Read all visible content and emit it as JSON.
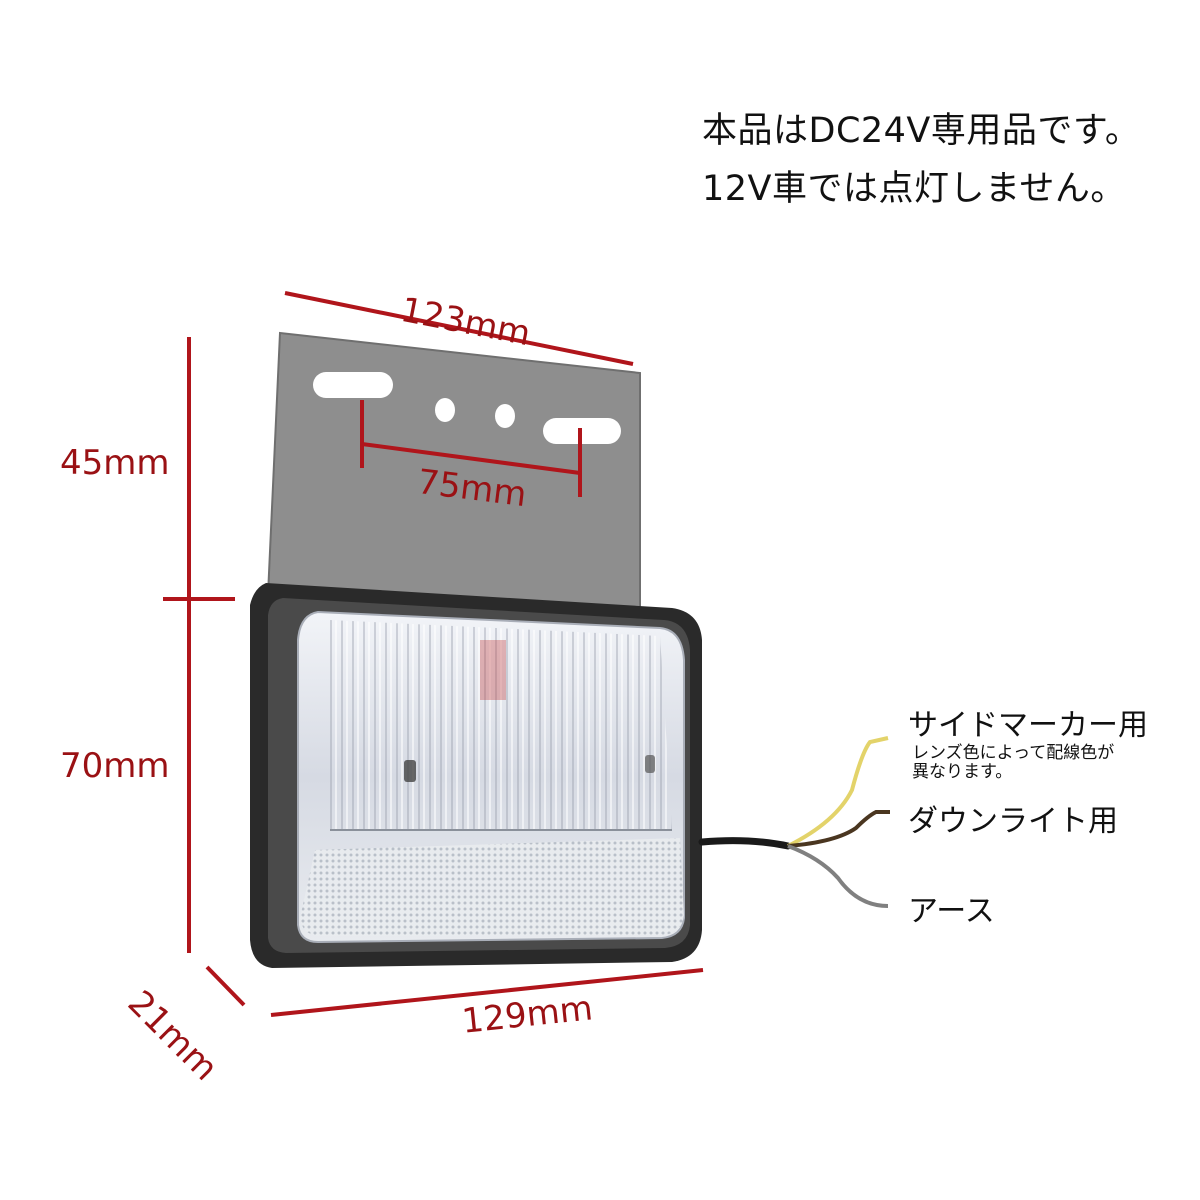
{
  "notice": {
    "line1": "本品はDC24V専用品です。",
    "line2": "12V車では点灯しません。"
  },
  "dimensions": {
    "bracket_width": "123mm",
    "hole_spacing": "75mm",
    "bracket_height": "45mm",
    "lamp_height": "70mm",
    "lamp_depth": "21mm",
    "lamp_width": "129mm"
  },
  "wires": [
    {
      "label": "サイドマーカー用",
      "note_line1": "レンズ色によって配線色が",
      "note_line2": "異なります。",
      "color": "#e3d36a"
    },
    {
      "label": "ダウンライト用",
      "color": "#4a3620"
    },
    {
      "label": "アース",
      "color": "#808080"
    }
  ],
  "colors": {
    "dimension_line": "#b0151b",
    "bracket": "#8c8c8c",
    "lamp_frame": "#2a2a2a",
    "lens": "#d9dde6"
  }
}
